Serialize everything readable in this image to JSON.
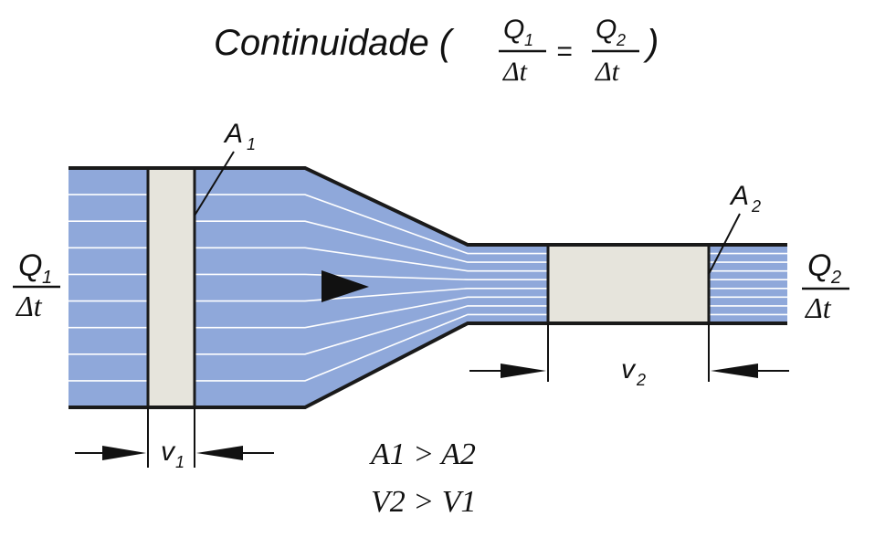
{
  "title": {
    "text": "Continuidade (",
    "close": ")",
    "equals": "=",
    "frac_left_num": "Q",
    "frac_left_sub": "1",
    "frac_left_den": "Δt",
    "frac_right_num": "Q",
    "frac_right_sub": "2",
    "frac_right_den": "Δt"
  },
  "labels": {
    "a1": "A",
    "a1_sub": "1",
    "a2": "A",
    "a2_sub": "2",
    "v1": "v",
    "v1_sub": "1",
    "v2": "v",
    "v2_sub": "2"
  },
  "left_flow": {
    "num": "Q",
    "sub": "1",
    "den": "Δt"
  },
  "right_flow": {
    "num": "Q",
    "sub": "2",
    "den": "Δt"
  },
  "relations": [
    "A1 > A2",
    "V2 > V1"
  ],
  "colors": {
    "fluid": "#8fa8da",
    "fluid_lines": "#ffffff",
    "slice": "#e6e4dc",
    "outline": "#1a1a1a"
  }
}
